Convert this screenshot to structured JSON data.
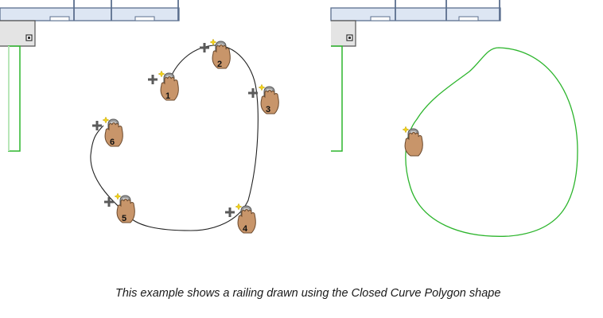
{
  "caption": "This example shows a railing drawn using the Closed Curve Polygon shape",
  "hand_icon": "hand-pointer-icon",
  "plus_icon": "plus-icon",
  "sparkle_icon": "sparkle-icon",
  "points": [
    {
      "label": "1"
    },
    {
      "label": "2"
    },
    {
      "label": "3"
    },
    {
      "label": "4"
    },
    {
      "label": "5"
    },
    {
      "label": "6"
    }
  ],
  "colors": {
    "wall": "#5b6f8e",
    "wall_fill": "#dde6f3",
    "railing_green": "#2db52d",
    "curve_dark": "#222222",
    "hand_skin": "#c8956a",
    "hand_outline": "#6b4a2e",
    "mouse_gray": "#9a9a9a",
    "plus_gray": "#5a5a5a",
    "sparkle": "#f2d21b"
  }
}
